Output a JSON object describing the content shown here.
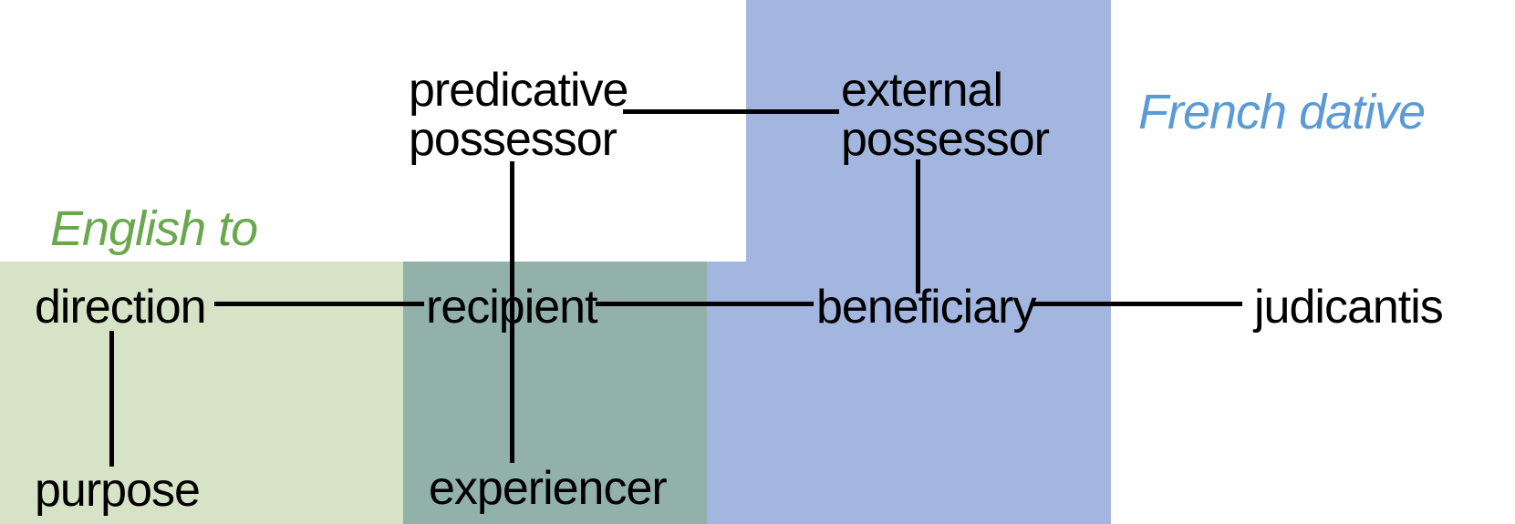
{
  "colors": {
    "background": "#ffffff",
    "region-green": "#d6e3c6",
    "region-teal": "#91b1a9",
    "region-blue": "#a2b6e0",
    "label-green": "#69a84c",
    "label-blue": "#5b9bd5",
    "edge": "#000000",
    "node-text": "#000000"
  },
  "region_labels": {
    "english_to": "English to",
    "french_dative": "French dative"
  },
  "nodes": {
    "predicative_possessor": "predicative\npossessor",
    "external_possessor": "external\npossessor",
    "direction": "direction",
    "recipient": "recipient",
    "beneficiary": "beneficiary",
    "judicantis": "judicantis",
    "purpose": "purpose",
    "experiencer": "experiencer"
  },
  "edges": [
    {
      "from": "predicative possessor",
      "to": "external possessor"
    },
    {
      "from": "predicative possessor",
      "to": "recipient"
    },
    {
      "from": "recipient",
      "to": "experiencer"
    },
    {
      "from": "external possessor",
      "to": "beneficiary"
    },
    {
      "from": "direction",
      "to": "recipient"
    },
    {
      "from": "recipient",
      "to": "beneficiary"
    },
    {
      "from": "beneficiary",
      "to": "judicantis"
    },
    {
      "from": "direction",
      "to": "purpose"
    }
  ]
}
